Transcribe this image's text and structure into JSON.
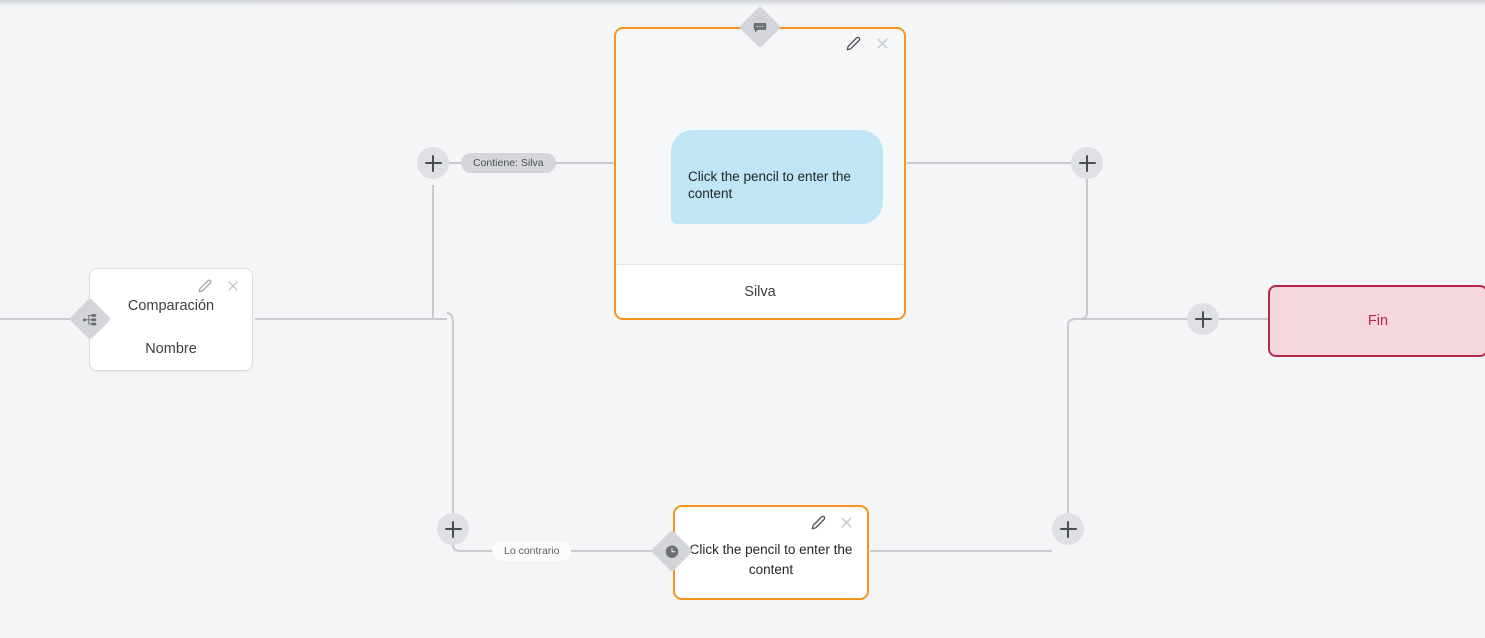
{
  "canvas": {
    "background_color": "#f4f5f7",
    "edge_color": "#c8cace"
  },
  "nodes": {
    "compare": {
      "title_line1": "Comparación",
      "title_line2": "Nombre",
      "edit_icon": "pencil-icon",
      "close_icon": "close-icon",
      "connector_icon": "branch-hierarchy-icon",
      "border_color": "#dcdde0"
    },
    "message": {
      "bubble_text": "Click the pencil to enter the content",
      "footer_text": "Silva",
      "edit_icon": "pencil-icon",
      "close_icon": "close-icon",
      "connector_icon": "chat-bubble-icon",
      "border_color": "#f7941e",
      "bubble_color": "#bfe5f6"
    },
    "wait": {
      "text": "Click the pencil to enter the content",
      "edit_icon": "pencil-icon",
      "close_icon": "close-icon",
      "connector_icon": "clock-icon",
      "border_color": "#f7941e"
    },
    "end": {
      "label": "Fin",
      "border_color": "#b4284b",
      "fill_color": "#f5d7dd",
      "text_color": "#b4284b"
    }
  },
  "edge_labels": {
    "branch_true": "Contiene: Silva",
    "branch_false": "Lo contrario"
  },
  "add_buttons": [
    {
      "name": "add-step-top-left",
      "title": "+"
    },
    {
      "name": "add-step-bottom-left",
      "title": "+"
    },
    {
      "name": "add-step-top-right",
      "title": "+"
    },
    {
      "name": "add-step-bottom-right",
      "title": "+"
    },
    {
      "name": "add-step-before-end",
      "title": "+"
    }
  ]
}
